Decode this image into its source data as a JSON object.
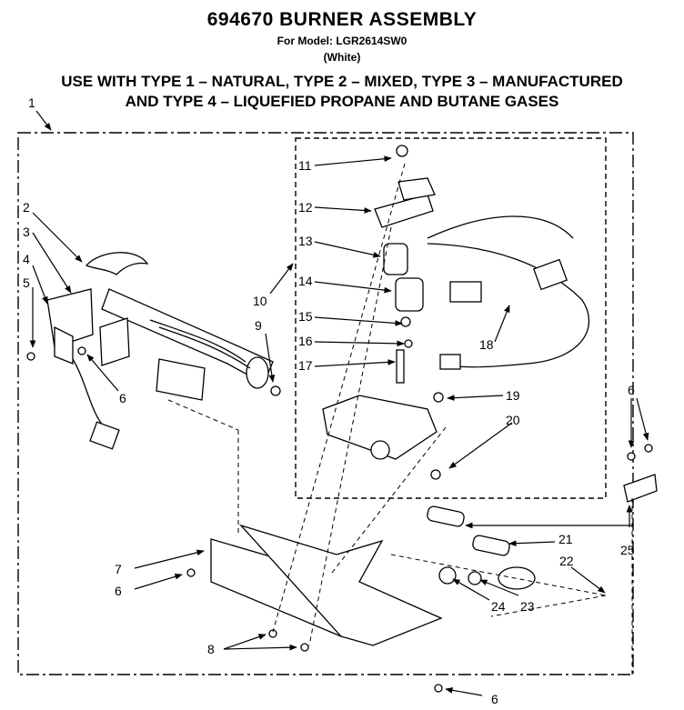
{
  "header": {
    "title": "694670 BURNER ASSEMBLY",
    "model": "For Model: LGR2614SW0",
    "color": "(White)",
    "usage_line1": "USE WITH TYPE 1 – NATURAL, TYPE 2 – MIXED, TYPE 3 – MANUFACTURED",
    "usage_line2": "AND TYPE 4 – LIQUEFIED PROPANE AND BUTANE GASES"
  },
  "callouts": {
    "c1": "1",
    "c2": "2",
    "c3": "3",
    "c4": "4",
    "c5": "5",
    "c6": "6",
    "c7": "7",
    "c8": "8",
    "c9": "9",
    "c10": "10",
    "c11": "11",
    "c12": "12",
    "c13": "13",
    "c14": "14",
    "c15": "15",
    "c16": "16",
    "c17": "17",
    "c18": "18",
    "c19": "19",
    "c20": "20",
    "c21": "21",
    "c22": "22",
    "c23": "23",
    "c24": "24",
    "c25": "25"
  }
}
